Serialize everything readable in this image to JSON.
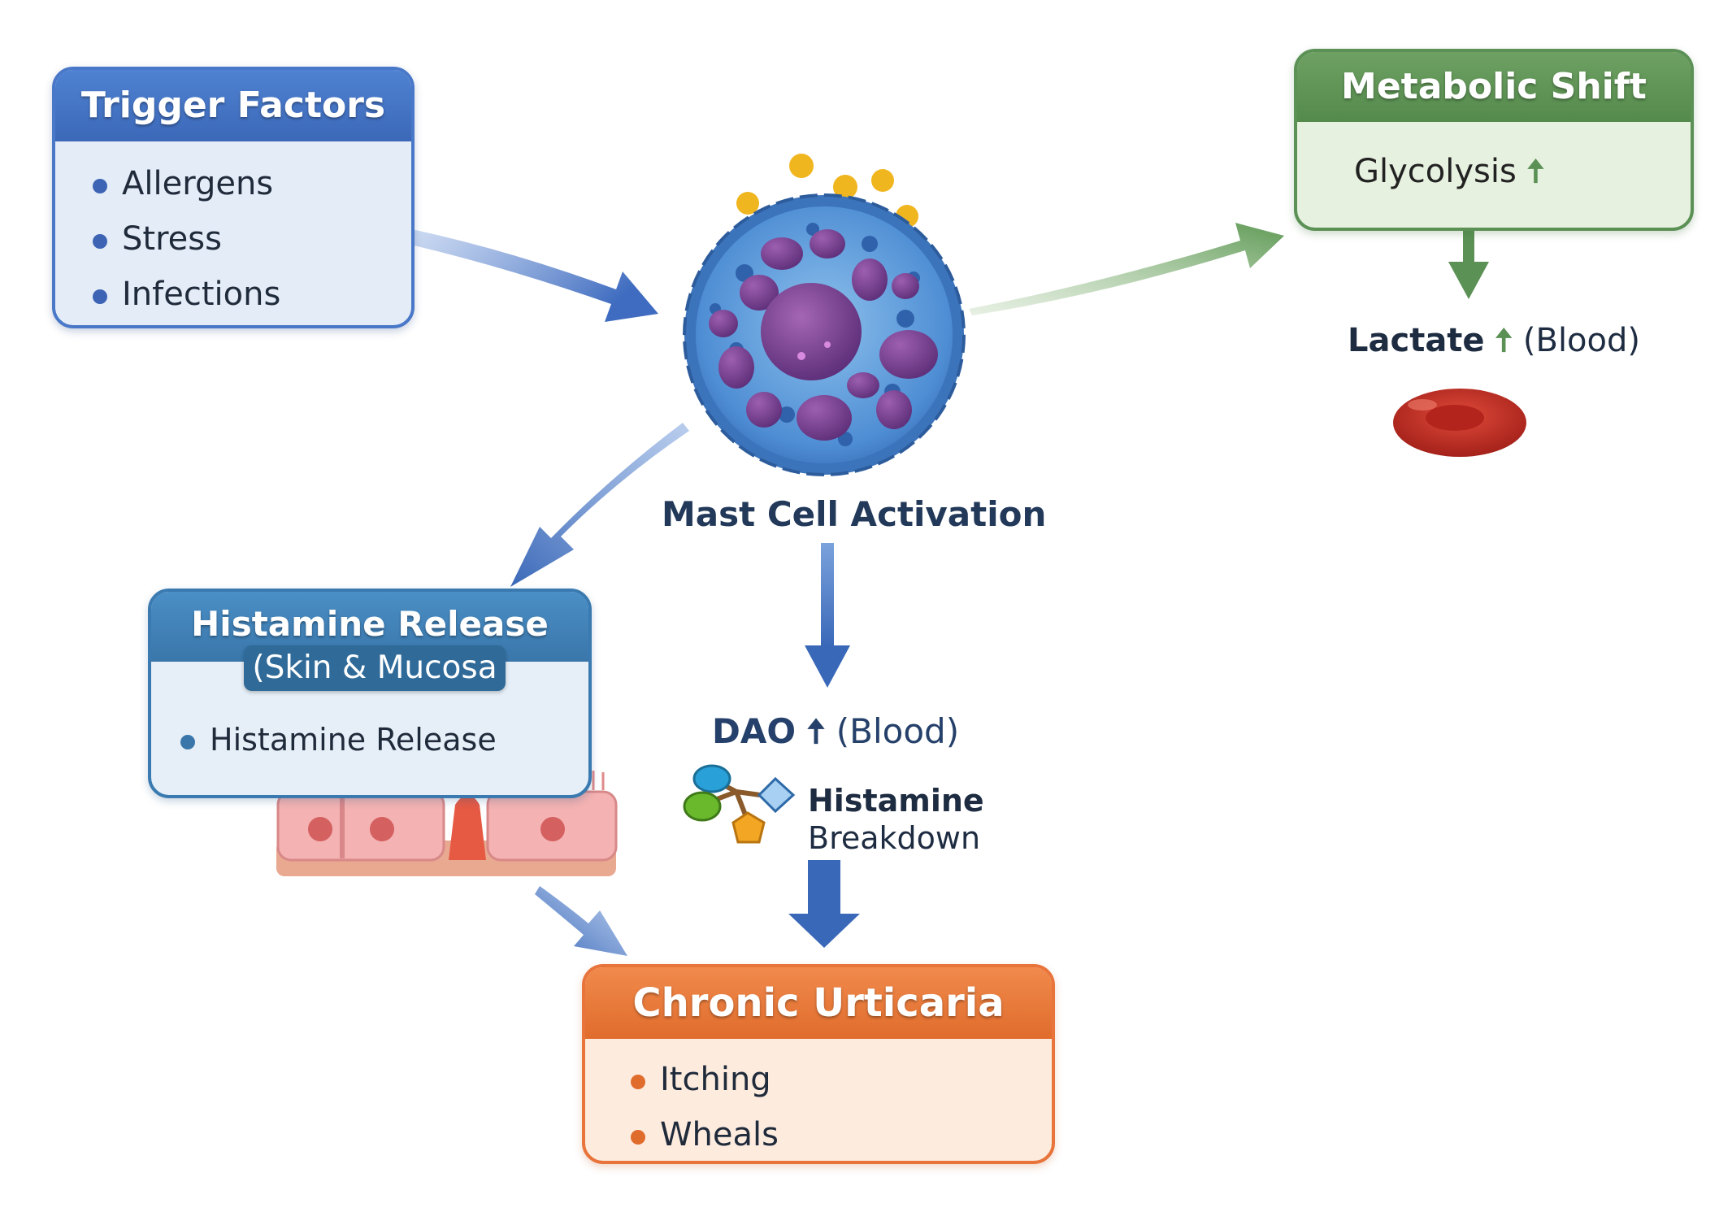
{
  "trigger": {
    "title": "Trigger Factors",
    "items": [
      "Allergens",
      "Stress",
      "Infections"
    ]
  },
  "mast_cell": {
    "label": "Mast Cell Activation"
  },
  "metabolic": {
    "title": "Metabolic Shift",
    "glycolysis": "Glycolysis",
    "lactate": "Lactate",
    "lactate_loc": "(Blood)"
  },
  "histamine_box": {
    "title": "Histamine Release",
    "subtitle": "(Skin & Mucosa",
    "items": [
      "Histamine Release"
    ]
  },
  "dao": {
    "label": "DAO",
    "loc": "(Blood)",
    "breakdown_line1": "Histamine",
    "breakdown_line2": "Breakdown"
  },
  "urticaria": {
    "title": "Chronic Urticaria",
    "items": [
      "Itching",
      "Wheals"
    ]
  },
  "up_symbol": "🠅",
  "colors": {
    "blue": "#3d64b4",
    "green": "#5c9156",
    "orange": "#e8743c",
    "histamine_blue": "#3a7ab0"
  },
  "icons": [
    "mast-cell-icon",
    "mitochondria-icon",
    "red-blood-cell-icon",
    "skin-tissue-icon",
    "dao-molecule-icon"
  ]
}
